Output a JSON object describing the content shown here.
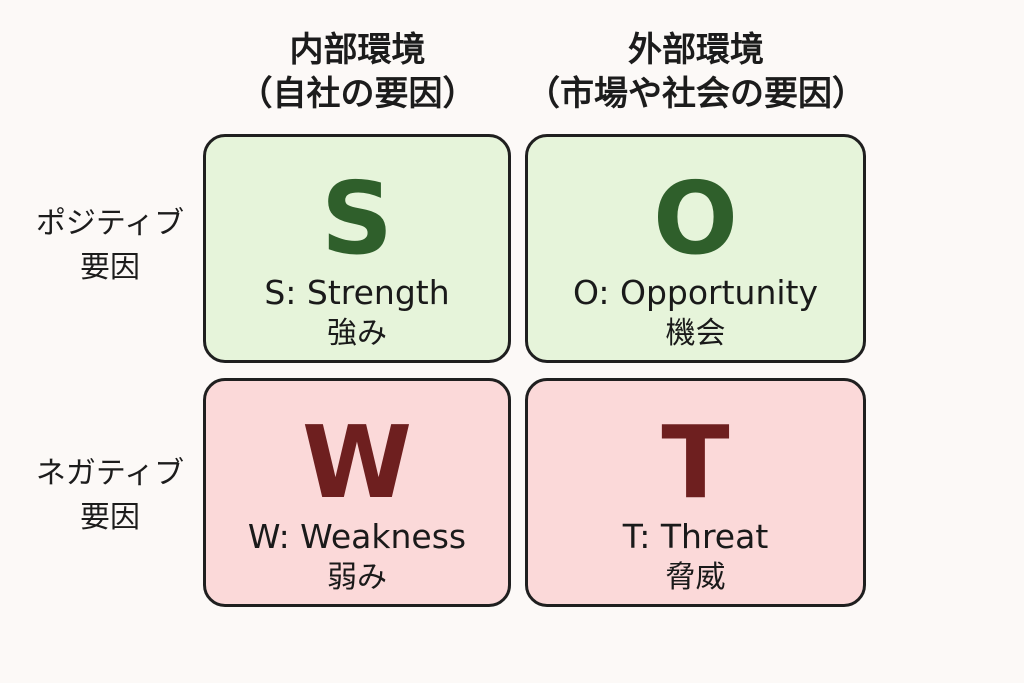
{
  "columns": {
    "internal": {
      "title": "内部環境",
      "subtitle": "（自社の要因）"
    },
    "external": {
      "title": "外部環境",
      "subtitle": "（市場や社会の要因）"
    }
  },
  "rows": {
    "positive": {
      "line1": "ポジティブ",
      "line2": "要因"
    },
    "negative": {
      "line1": "ネガティブ",
      "line2": "要因"
    }
  },
  "cells": {
    "s": {
      "letter": "S",
      "english": "S: Strength",
      "japanese": "強み"
    },
    "o": {
      "letter": "O",
      "english": "O: Opportunity",
      "japanese": "機会"
    },
    "w": {
      "letter": "W",
      "english": "W: Weakness",
      "japanese": "弱み"
    },
    "t": {
      "letter": "T",
      "english": "T: Threat",
      "japanese": "脅威"
    }
  },
  "colors": {
    "positive_fill": "#e6f4da",
    "negative_fill": "#fbd9d9",
    "positive_letter": "#2f5f2b",
    "negative_letter": "#6e1f1f",
    "border": "#1f1f1f",
    "background": "#fcf9f7"
  }
}
